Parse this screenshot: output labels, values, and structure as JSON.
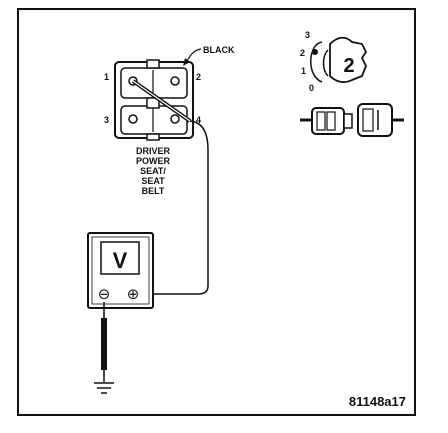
{
  "connector": {
    "wire_color_label": "BLACK",
    "pin_labels": [
      "1",
      "2",
      "3",
      "4"
    ],
    "caption_lines": [
      "DRIVER",
      "POWER",
      "SEAT/",
      "SEAT",
      "BELT"
    ]
  },
  "meter": {
    "display": "V",
    "neg_symbol": "⊖",
    "pos_symbol": "⊕"
  },
  "key_switch": {
    "positions": [
      "3",
      "2",
      "1",
      "0"
    ],
    "key_number": "2"
  },
  "figure_id": "81148a17"
}
